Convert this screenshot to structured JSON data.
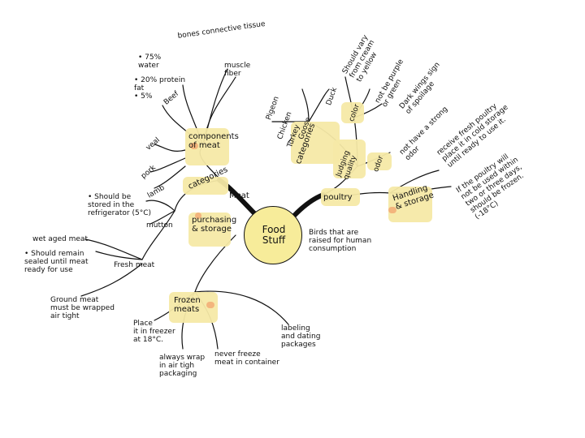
{
  "center": {
    "line1": "Food",
    "line2": "Stuff"
  },
  "left": {
    "components_of_meat": "components\nof meat",
    "components_details": {
      "water": "• 75%\n  water",
      "protein": "• 20% protein\n  fat",
      "fat5": "• 5%",
      "bones": "bones connective tissue",
      "muscle": "muscle\nfiber"
    },
    "categories": "categories",
    "meat": "Meat",
    "beef": "Beef",
    "veal": "veal",
    "pork": "pork",
    "lamb": "lamb",
    "mutton": "mutton",
    "stored_note": "• Should be\n  stored in the\n  refrigerator (5°C)",
    "purchasing": "purchasing\n& storage",
    "wet_aged": "wet aged meat",
    "remain_sealed": "• Should remain\n  sealed until meat\n  ready for use",
    "fresh_meat": "Fresh meat",
    "ground_meat": "Ground meat\nmust be wrapped\nair tight",
    "frozen_meats": "Frozen\nmeats",
    "place_freezer": "Place\nit in freezer\nat 18°C.",
    "always_wrap": "always wrap\nin air tigh\npackaging",
    "never_freeze": "never freeze\nmeat in container",
    "labeling": "labeling\nand dating\npackages"
  },
  "right": {
    "poultry": "poultry",
    "categories": "categories",
    "pigeon": "Pigeon",
    "chicken": "Chicken",
    "turkey": "Turkey",
    "goose": "Goose",
    "duck": "Duck",
    "judging_quality": "Judging\nquality",
    "color": "color",
    "color_note": "Should vary\nfrom cream\nto yellow",
    "not_purple": "not be purple\nor green",
    "dark_wings": "Dark wings sign\nof spoilage",
    "odor": "odor",
    "odor_note": "not have a strong\nodor",
    "birds_note": "Birds that are\nraised for human\nconsumption",
    "handling": "Handling\n& storage",
    "receive_fresh": "receive fresh poultry\nplace it in cold storage\nuntil ready to use it.",
    "if_poultry": "If the poultry will\nnot be used within\ntwo or three days,\nshould be frozen.\n(-18°C)"
  },
  "colors": {
    "ink": "#111111",
    "highlight": "#f6e9a6",
    "orange_mark": "#f2b27a",
    "center_fill": "#f7ec9a"
  }
}
